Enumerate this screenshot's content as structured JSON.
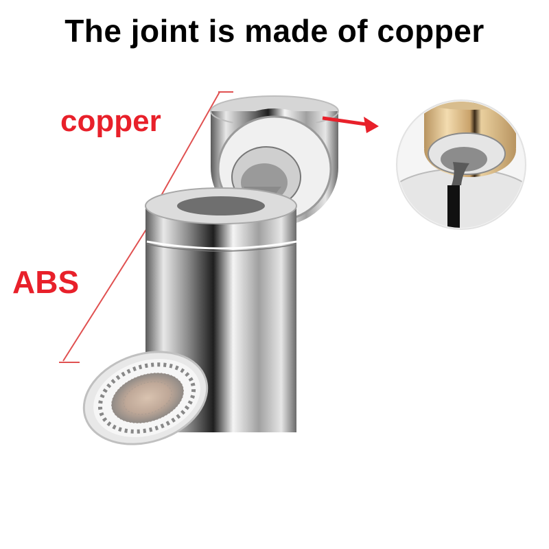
{
  "title": "The joint is made of copper",
  "labels": {
    "copper": "copper",
    "abs": "ABS"
  },
  "colors": {
    "label_red": "#e8202a",
    "bracket_red": "#e05050",
    "chrome": "#c8c8c8",
    "brass": "#d9b780"
  }
}
